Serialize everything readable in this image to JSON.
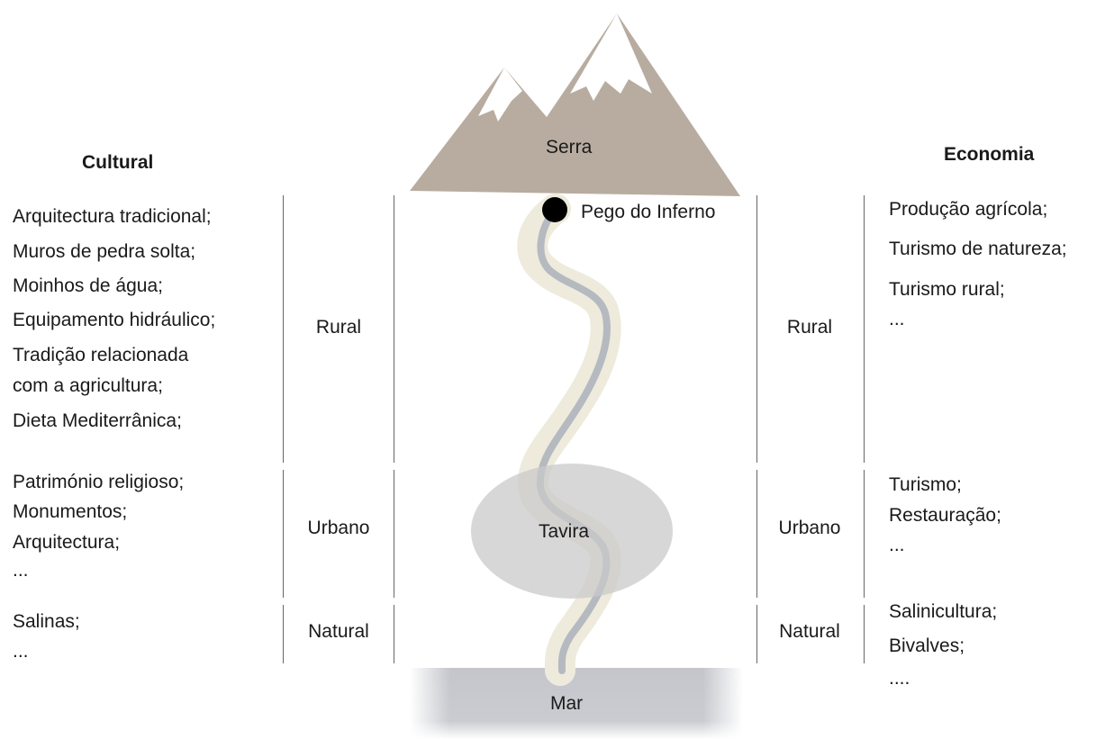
{
  "headings": {
    "left": "Cultural",
    "right": "Economia"
  },
  "landmarks": {
    "top": "Serra",
    "source": "Pego do Inferno",
    "town": "Tavira",
    "bottom": "Mar"
  },
  "zones": {
    "rural": "Rural",
    "urbano": "Urbano",
    "natural": "Natural"
  },
  "cultural": {
    "rural": [
      "Arquitectura tradicional;",
      "Muros de pedra solta;",
      "Moinhos de água;",
      "Equipamento hidráulico;",
      "Tradição relacionada",
      "com a agricultura;",
      "Dieta Mediterrânica;"
    ],
    "urbano": [
      "Património religioso;",
      "Monumentos;",
      "Arquitectura;",
      "..."
    ],
    "natural": [
      "Salinas;",
      "..."
    ]
  },
  "economia": {
    "rural": [
      "Produção agrícola;",
      "Turismo de natureza;",
      "Turismo rural;",
      "..."
    ],
    "urbano": [
      "Turismo;",
      "Restauração;",
      "..."
    ],
    "natural": [
      "Salinicultura;",
      "Bivalves;",
      "...."
    ]
  },
  "colors": {
    "mountain": "#b8aca0",
    "snow": "#ffffff",
    "river": "#b5b9c0",
    "river_bank": "#eeebdc",
    "town_ellipse": "#c9c9c9",
    "sea": "#c4c6cc",
    "divider": "#666666"
  },
  "icons": {
    "source_marker": "black-dot-icon"
  }
}
